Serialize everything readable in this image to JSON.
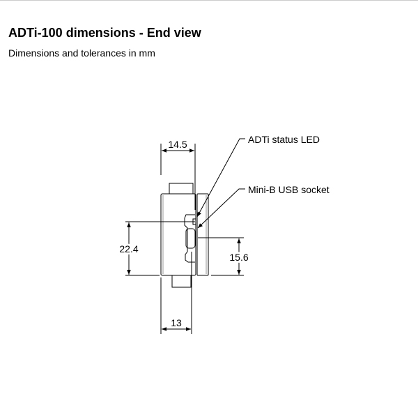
{
  "header": {
    "title": "ADTi-100 dimensions - End view",
    "subtitle": "Dimensions and tolerances in mm"
  },
  "diagram": {
    "dimensions": {
      "top_width": "14.5",
      "bottom_width": "13",
      "left_height": "22.4",
      "right_height": "15.6"
    },
    "callouts": {
      "led": "ADTi status LED",
      "usb": "Mini-B USB socket"
    }
  }
}
